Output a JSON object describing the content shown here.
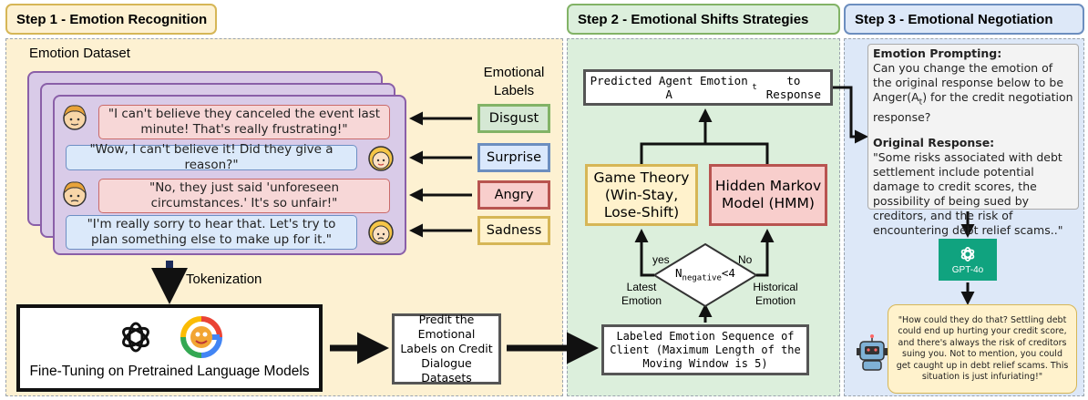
{
  "step1": {
    "title": "Step 1 - Emotion Recognition",
    "dataset_title": "Emotion Dataset",
    "labels_title": "Emotional Labels",
    "dialogues": [
      "\"I can't believe they canceled the event last minute! That's really frustrating!\"",
      "\"Wow, I can't believe it! Did they give a reason?\"",
      "\"No, they just said 'unforeseen circumstances.' It's so unfair!\"",
      "\"I'm really sorry to hear that. Let's try to plan something else to make up for it.\""
    ],
    "labels": [
      {
        "text": "Disgust",
        "color": "#82b366",
        "fill": "#d5e8d4"
      },
      {
        "text": "Surprise",
        "color": "#6c8ebf",
        "fill": "#dae8fc"
      },
      {
        "text": "Angry",
        "color": "#b85450",
        "fill": "#f8cecc"
      },
      {
        "text": "Sadness",
        "color": "#d6b656",
        "fill": "#fff2cc"
      }
    ],
    "tokenization": "Tokenization",
    "finetune": "Fine-Tuning on Pretrained Language Models",
    "predict": "Predit the Emotional Labels on Credit Dialogue Datasets"
  },
  "step2": {
    "title": "Step 2 - Emotional Shifts Strategies",
    "predicted": "Predicted Agent Emotion A",
    "predicted_sub": "t",
    "predicted_tail": " to Response",
    "game_theory": "Game Theory (Win-Stay, Lose-Shift)",
    "hmm": "Hidden Markov Model (HMM)",
    "decision": "N",
    "decision_sub": "negative",
    "decision_tail": "<4",
    "yes": "yes",
    "no": "No",
    "latest": "Latest Emotion",
    "historical": "Historical Emotion",
    "sequence": "Labeled Emotion Sequence of Client (Maximum Length of the Moving Window is 5)"
  },
  "step3": {
    "title": "Step 3 - Emotional Negotiation",
    "prompting_head": "Emotion Prompting:",
    "prompting_body": "Can you change the emotion of the original response below to be Anger(A",
    "prompting_sub": "t",
    "prompting_tail": ") for the credit negotiation response?",
    "original_head": "Original Response:",
    "original_body": "\"Some risks associated with debt settlement include potential damage to credit scores, the possibility of being sued by creditors, and the risk of encountering debt relief scams..\"",
    "model_name": "GPT-4o",
    "output": "\"How could they do that? Settling debt could end up hurting your credit score, and there's always the risk of creditors suing you. Not to mention, you could get caught up in debt relief scams. This situation is just infuriating!\""
  },
  "colors": {
    "step1_bg": "#fdf1d2",
    "step2_bg": "#dcefdc",
    "step3_bg": "#dde8f8",
    "gpt_green": "#10a37f"
  }
}
